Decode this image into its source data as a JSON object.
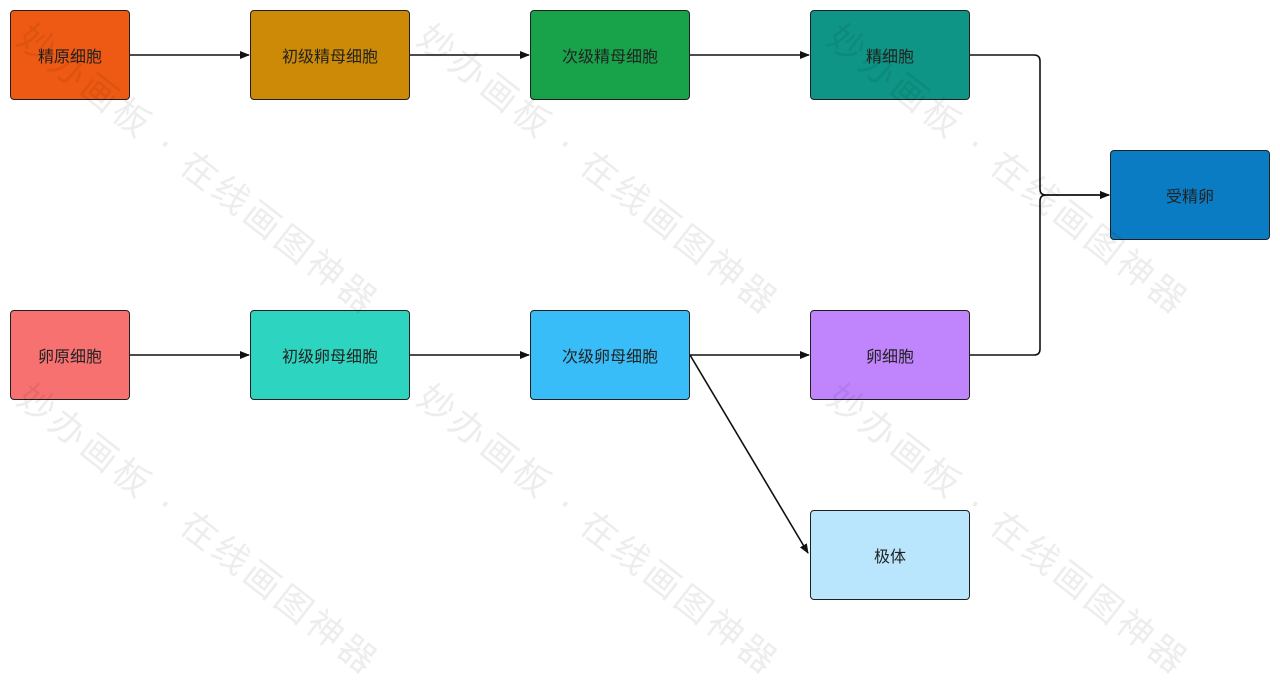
{
  "diagram": {
    "nodes": [
      {
        "id": "spermatogonium",
        "label": "精原细胞",
        "color": "#ee5a13"
      },
      {
        "id": "primary-spermatocyte",
        "label": "初级精母细胞",
        "color": "#cc8a06"
      },
      {
        "id": "secondary-spermatocyte",
        "label": "次级精母细胞",
        "color": "#18a34a"
      },
      {
        "id": "sperm-cell",
        "label": "精细胞",
        "color": "#0e9585"
      },
      {
        "id": "fertilized-egg",
        "label": "受精卵",
        "color": "#0a7cc4"
      },
      {
        "id": "oogonium",
        "label": "卵原细胞",
        "color": "#f87171"
      },
      {
        "id": "primary-oocyte",
        "label": "初级卵母细胞",
        "color": "#2dd4bf"
      },
      {
        "id": "secondary-oocyte",
        "label": "次级卵母细胞",
        "color": "#38bdf8"
      },
      {
        "id": "egg-cell",
        "label": "卵细胞",
        "color": "#c084fc"
      },
      {
        "id": "polar-body",
        "label": "极体",
        "color": "#bae6fd"
      }
    ],
    "edges": [
      {
        "from": "spermatogonium",
        "to": "primary-spermatocyte"
      },
      {
        "from": "primary-spermatocyte",
        "to": "secondary-spermatocyte"
      },
      {
        "from": "secondary-spermatocyte",
        "to": "sperm-cell"
      },
      {
        "from": "sperm-cell",
        "to": "fertilized-egg"
      },
      {
        "from": "oogonium",
        "to": "primary-oocyte"
      },
      {
        "from": "primary-oocyte",
        "to": "secondary-oocyte"
      },
      {
        "from": "secondary-oocyte",
        "to": "egg-cell"
      },
      {
        "from": "secondary-oocyte",
        "to": "polar-body"
      },
      {
        "from": "egg-cell",
        "to": "fertilized-egg"
      }
    ]
  },
  "watermark": {
    "text": "妙办画板 · 在线画图神器"
  }
}
